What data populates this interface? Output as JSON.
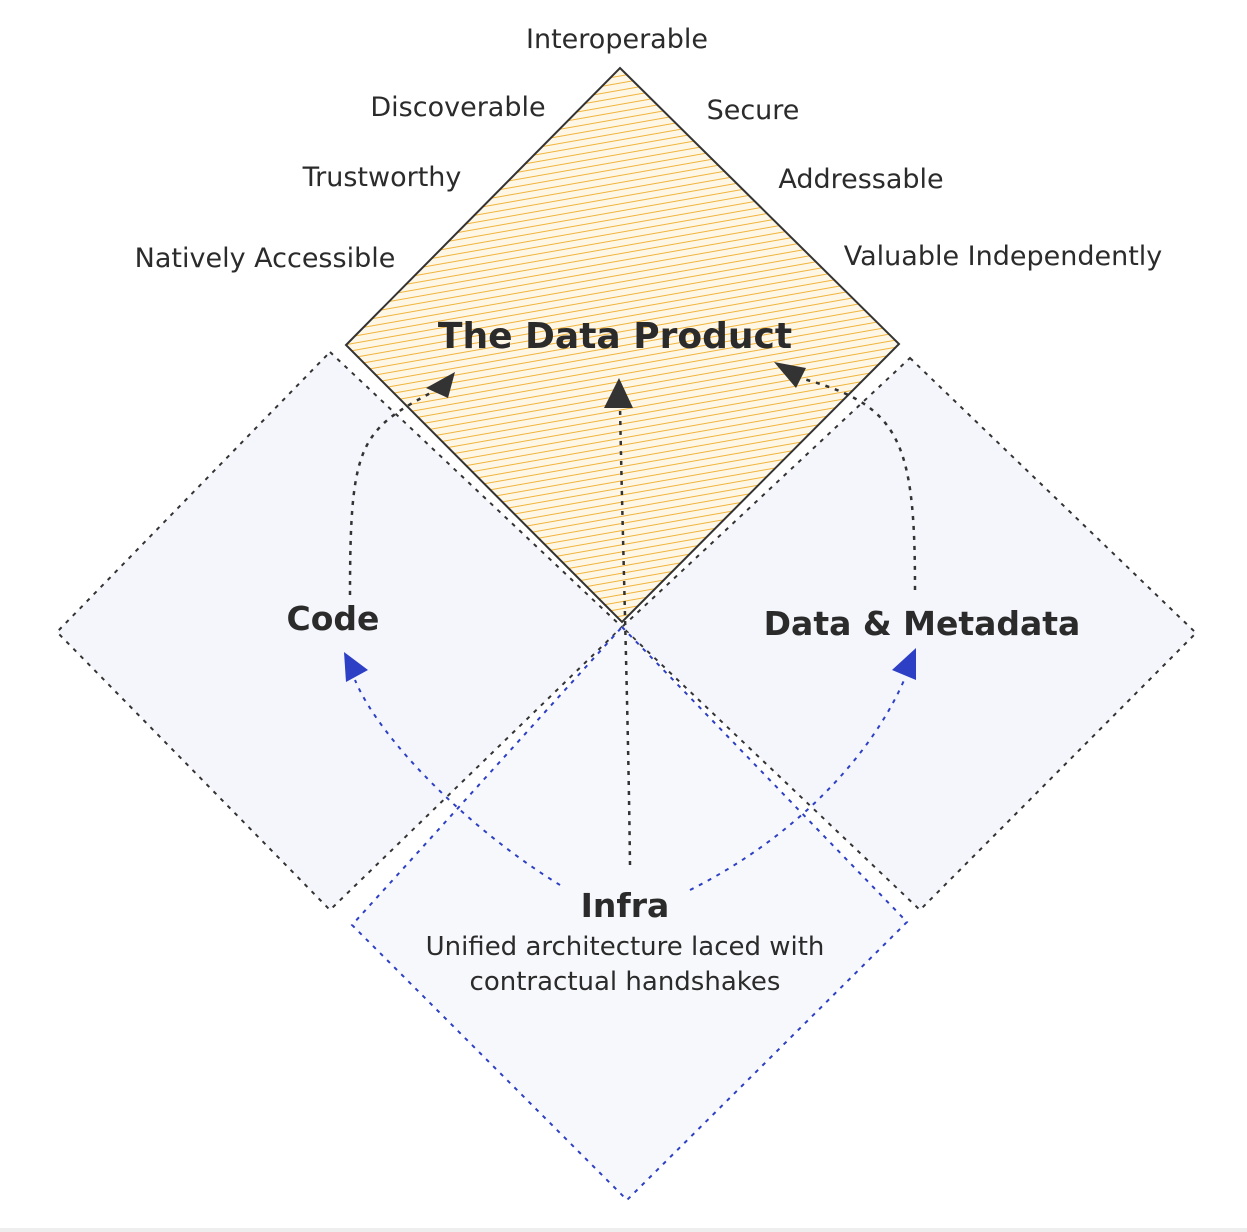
{
  "diagram": {
    "center": {
      "title": "The Data Product"
    },
    "attributes_left": [
      "Discoverable",
      "Trustworthy",
      "Natively Accessible"
    ],
    "attribute_top": "Interoperable",
    "attributes_right": [
      "Secure",
      "Addressable",
      "Valuable Independently"
    ],
    "sections": {
      "code": "Code",
      "data": "Data & Metadata",
      "infra": {
        "title": "Infra",
        "line1": "Unified architecture laced with",
        "line2": "contractual handshakes"
      }
    },
    "colors": {
      "center_fill_stripe": "#f0b43c",
      "center_fill_bg": "#fff7e6",
      "section_fill": "#f4f6fb",
      "outline": "#333333",
      "black_arrow": "#333333",
      "blue_arrow": "#2d3fc4"
    }
  }
}
